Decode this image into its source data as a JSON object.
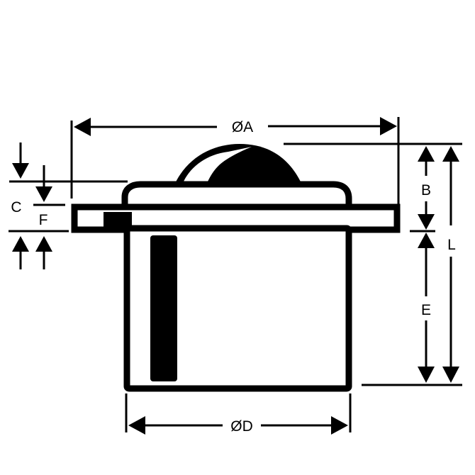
{
  "diagram": {
    "type": "technical dimension drawing",
    "subject": "ball transfer unit (flanged, cross-section outline)",
    "colors": {
      "ink": "#000000",
      "paper": "#ffffff"
    },
    "dimensions": {
      "A": {
        "label": "ØA",
        "meaning": "flange diameter",
        "orientation": "horizontal"
      },
      "B": {
        "label": "B",
        "meaning": "ball protrusion above flange",
        "orientation": "vertical"
      },
      "C": {
        "label": "C",
        "meaning": "cap + flange height",
        "orientation": "vertical"
      },
      "D": {
        "label": "ØD",
        "meaning": "body diameter",
        "orientation": "horizontal"
      },
      "E": {
        "label": "E",
        "meaning": "body depth below flange",
        "orientation": "vertical"
      },
      "F": {
        "label": "F",
        "meaning": "flange thickness",
        "orientation": "vertical"
      },
      "L": {
        "label": "L",
        "meaning": "overall height",
        "orientation": "vertical"
      }
    }
  }
}
